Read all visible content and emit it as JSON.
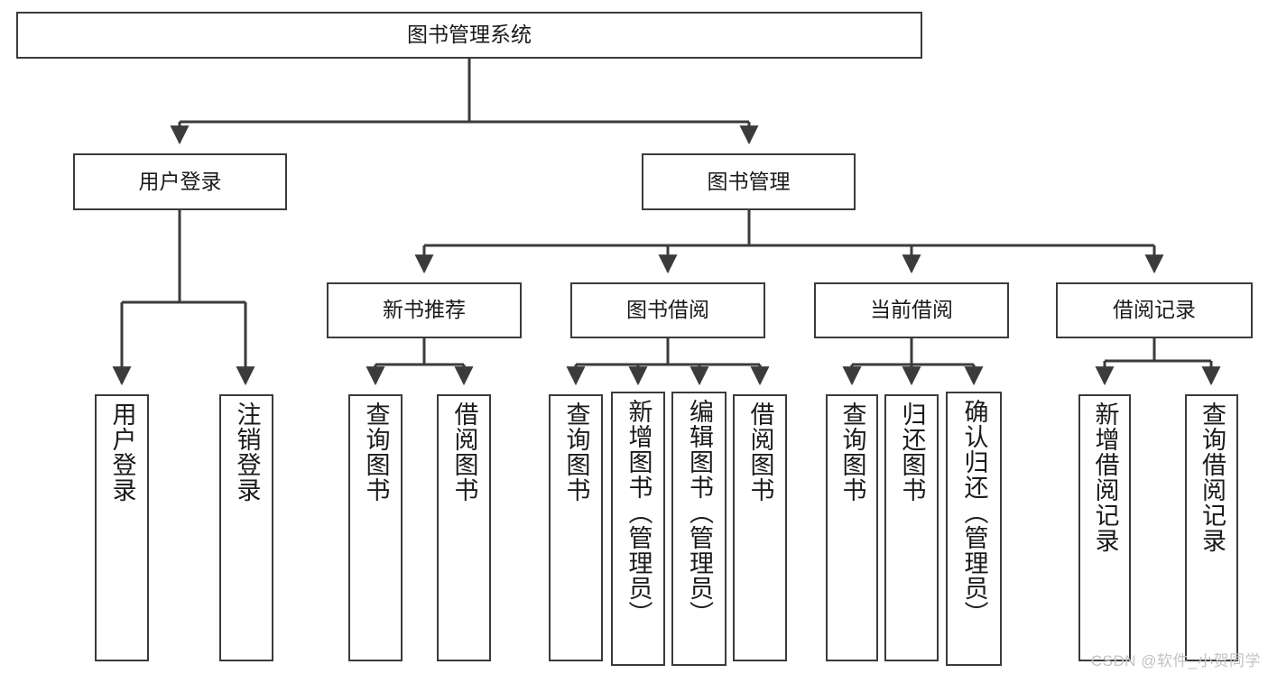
{
  "diagram": {
    "title": "图书管理系统",
    "type": "hierarchy-tree",
    "watermark": "CSDN @软件_小贺同学",
    "colors": {
      "box_border": "#3b3b3b",
      "edge": "#3b3b3b",
      "background": "#ffffff",
      "text": "#1a1a1a",
      "watermark": "#c3c3c3"
    },
    "levels": {
      "root": {
        "label": "图书管理系统"
      },
      "level2": [
        {
          "label": "用户登录"
        },
        {
          "label": "图书管理"
        }
      ],
      "level3": [
        {
          "label": "新书推荐"
        },
        {
          "label": "图书借阅"
        },
        {
          "label": "当前借阅"
        },
        {
          "label": "借阅记录"
        }
      ],
      "leaves": {
        "user_login": [
          {
            "label": "用户登录"
          },
          {
            "label": "注销登录"
          }
        ],
        "new_book_recommend": [
          {
            "label": "查询图书"
          },
          {
            "label": "借阅图书"
          }
        ],
        "book_borrow": [
          {
            "label": "查询图书"
          },
          {
            "label": "新增图书（管理员）"
          },
          {
            "label": "编辑图书（管理员）"
          },
          {
            "label": "借阅图书"
          }
        ],
        "current_borrow": [
          {
            "label": "查询图书"
          },
          {
            "label": "归还图书"
          },
          {
            "label": "确认归还（管理员）"
          }
        ],
        "borrow_record": [
          {
            "label": "新增借阅记录"
          },
          {
            "label": "查询借阅记录"
          }
        ]
      }
    }
  }
}
